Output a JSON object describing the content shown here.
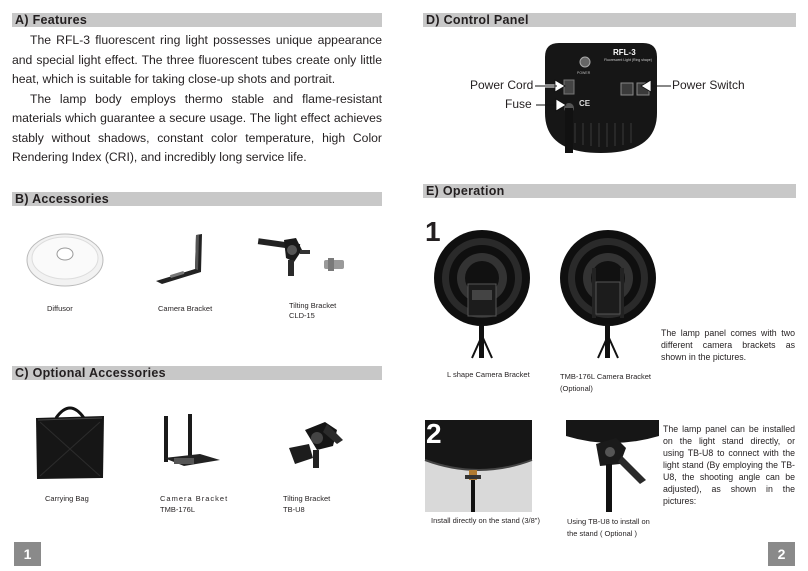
{
  "page1": {
    "features": {
      "heading": "A) Features",
      "para1": "The RFL-3 fluorescent ring light possesses unique appearance and special light effect. The three fluorescent tubes create only little heat, which is suitable for taking close-up shots and portrait.",
      "para2": "The lamp body employs thermo stable and flame-resistant materials which guarantee a secure usage. The light effect achieves stably without shadows, constant color temperature, high Color Rendering Index (CRI), and incredibly long service life."
    },
    "accessories": {
      "heading": "B) Accessories",
      "items": [
        {
          "label": "Diffusor"
        },
        {
          "label": "Camera Bracket"
        },
        {
          "label": "Tilting Bracket",
          "sub": "CLD-15"
        }
      ]
    },
    "optional": {
      "heading": "C) Optional Accessories",
      "items": [
        {
          "label": "Carrying Bag"
        },
        {
          "label": "Camera Bracket",
          "sub": "TMB-176L"
        },
        {
          "label": "Tilting Bracket",
          "sub": "TB-U8"
        }
      ]
    },
    "page_number": "1"
  },
  "page2": {
    "control_panel": {
      "heading": "D) Control Panel",
      "device_title": "RFL-3",
      "device_sub": "Fluorescent Light (Ring shape)",
      "ce_mark": "CE",
      "power_label": "POWER",
      "labels": {
        "power_cord": "Power Cord",
        "fuse": "Fuse",
        "power_switch": "Power Switch"
      }
    },
    "operation": {
      "heading": "E) Operation",
      "step1": {
        "number": "1",
        "caption_left": "L shape Camera Bracket",
        "caption_right_1": "TMB-176L Camera Bracket",
        "caption_right_2": "(Optional)",
        "description": "The lamp panel comes with two different camera brackets as shown in the pictures."
      },
      "step2": {
        "number": "2",
        "caption_left": "Install directly on the stand (3/8\")",
        "caption_right_1": "Using TB-U8 to install on",
        "caption_right_2": "the stand ( Optional )",
        "description": "The lamp panel can be installed on the light stand directly, or using TB-U8 to connect with the light stand (By employing the TB-U8, the shooting angle can be adjusted), as shown in the pictures:"
      }
    },
    "page_number": "2"
  },
  "colors": {
    "heading_bar": "#c8c8c8",
    "page_badge": "#8a8a8a",
    "text": "#231f20"
  }
}
